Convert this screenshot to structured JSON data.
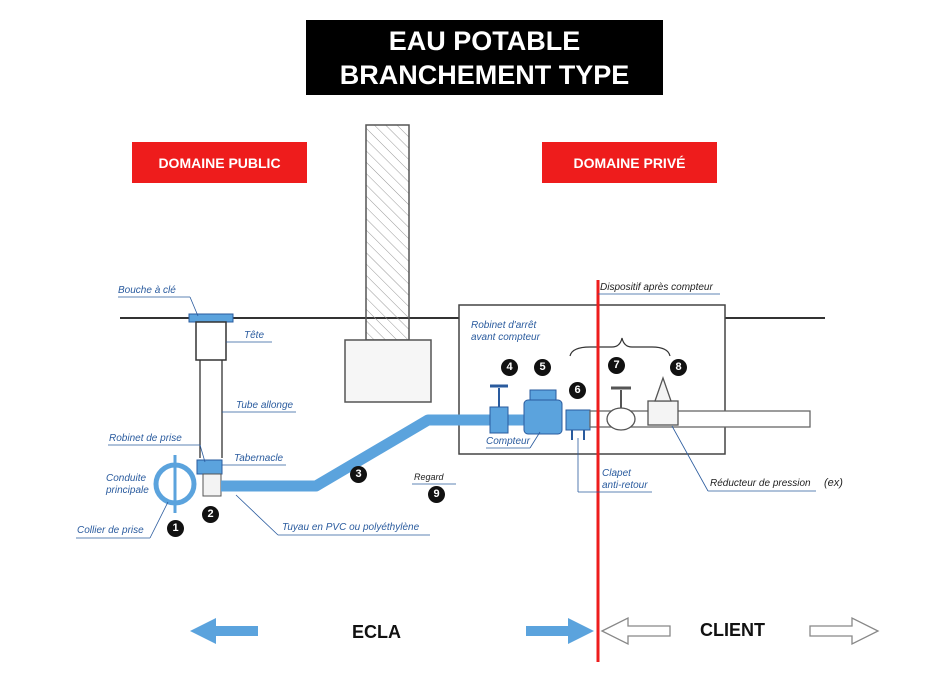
{
  "title": {
    "line1": "EAU POTABLE",
    "line2": "BRANCHEMENT TYPE"
  },
  "domains": {
    "public": "DOMAINE PUBLIC",
    "prive": "DOMAINE PRIVÉ"
  },
  "labels": {
    "bouche_a_cle": "Bouche à clé",
    "tete": "Tête",
    "tube_allonge": "Tube allonge",
    "robinet_de_prise": "Robinet de prise",
    "tabernacle": "Tabernacle",
    "conduite_principale_1": "Conduite",
    "conduite_principale_2": "principale",
    "collier_de_prise": "Collier de prise",
    "tuyau": "Tuyau en PVC ou polyéthylène",
    "regard": "Regard",
    "robinet_arret_1": "Robinet d'arrêt",
    "robinet_arret_2": "avant compteur",
    "compteur": "Compteur",
    "dispositif": "Dispositif après compteur",
    "clapet_1": "Clapet",
    "clapet_2": "anti-retour",
    "reducteur": "Réducteur de pression",
    "reducteur_ex": "(ex)"
  },
  "numbers": [
    "1",
    "2",
    "3",
    "4",
    "5",
    "6",
    "7",
    "8",
    "9"
  ],
  "bottom": {
    "left": "ECLA",
    "right": "CLIENT"
  },
  "colors": {
    "pipe": "#5ba3dd",
    "label": "#2a5b9e",
    "red": "#ee1c1c"
  }
}
